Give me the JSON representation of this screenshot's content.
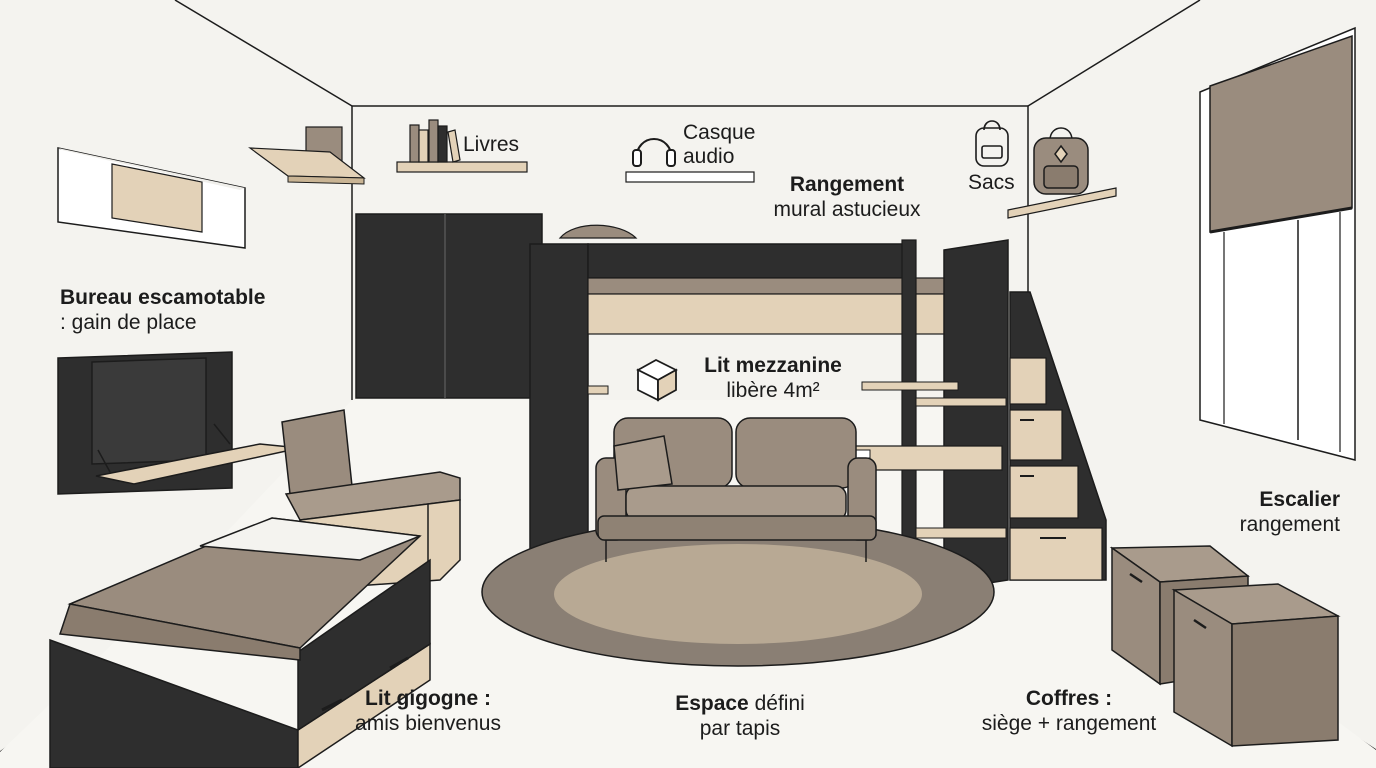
{
  "labels": {
    "livres": "Livres",
    "casque_1": "Casque",
    "casque_2": "audio",
    "rangement_bold": "Rangement",
    "rangement_rest": "mural astucieux",
    "sacs": "Sacs",
    "bureau_bold": "Bureau escamotable",
    "bureau_rest": ": gain de place",
    "mezz_bold": "Lit mezzanine",
    "mezz_rest": "libère 4m²",
    "escalier_bold": "Escalier",
    "escalier_rest": "rangement",
    "gigogne_bold": "Lit gigogne :",
    "gigogne_rest": "amis bienvenus",
    "espace_bold": "Espace",
    "espace_mid": " défini",
    "espace_rest": "par tapis",
    "coffres_bold": "Coffres :",
    "coffres_rest": "siège + rangement"
  },
  "icons": [
    "books-icon",
    "headphones-icon",
    "backpack-icon",
    "box-icon"
  ],
  "colors": {
    "wall": "#f4f3ef",
    "dark_wood": "#2e2e2e",
    "light_wood": "#e3d2b8",
    "taupe": "#9a8c7e",
    "rug": "#8a7f74",
    "line": "#1c1c1c"
  }
}
